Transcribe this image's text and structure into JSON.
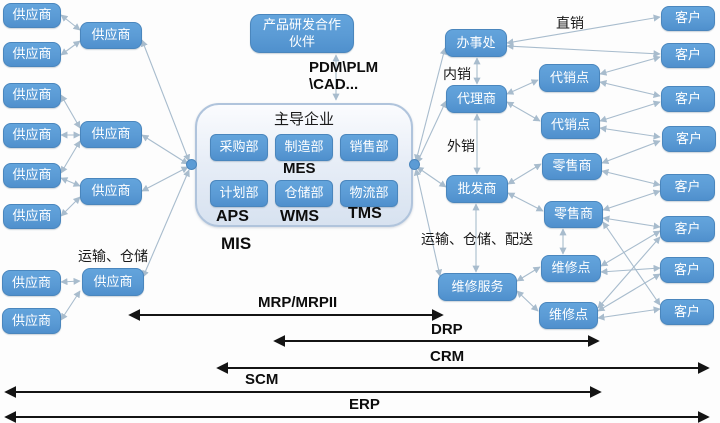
{
  "diagram": {
    "suppliers_tier2": [
      "供应商",
      "供应商",
      "供应商",
      "供应商",
      "供应商",
      "供应商",
      "供应商",
      "供应商"
    ],
    "suppliers_tier1": [
      "供应商",
      "供应商",
      "供应商",
      "供应商"
    ],
    "rd_partner": "产品研发合作伙伴",
    "enterprise": {
      "title": "主导企业",
      "departments": [
        "采购部",
        "制造部",
        "销售部",
        "计划部",
        "仓储部",
        "物流部"
      ]
    },
    "distribution": {
      "office": "办事处",
      "agent": "代理商",
      "wholesaler": "批发商",
      "repair_service": "维修服务",
      "consignment_points": [
        "代销点",
        "代销点"
      ],
      "retailers": [
        "零售商",
        "零售商"
      ],
      "repair_points": [
        "维修点",
        "维修点"
      ]
    },
    "customers": [
      "客户",
      "客户",
      "客户",
      "客户",
      "客户",
      "客户",
      "客户",
      "客户"
    ]
  },
  "edge_labels": {
    "direct_sales": "直销",
    "domestic_sales": "内销",
    "export_sales": "外销",
    "transport_warehouse": "运输、仓储",
    "transport_warehouse_delivery": "运输、仓储、配送"
  },
  "system_labels": {
    "pdm_line1": "PDM\\PLM",
    "pdm_line2": "\\CAD...",
    "mes": "MES",
    "aps": "APS",
    "wms": "WMS",
    "tms": "TMS",
    "mis": "MIS",
    "mrp": "MRP/MRPII",
    "drp": "DRP",
    "crm": "CRM",
    "scm": "SCM",
    "erp": "ERP"
  },
  "colors": {
    "node_fill": "#5b9bd5",
    "node_border": "#4a86bd",
    "container_fill": "#dce6f2",
    "container_border": "#b0c4dc",
    "connector": "#a8bccd",
    "scope_arrow": "#141414",
    "node_text": "#ffffff",
    "label_text": "#1a1a1a"
  }
}
